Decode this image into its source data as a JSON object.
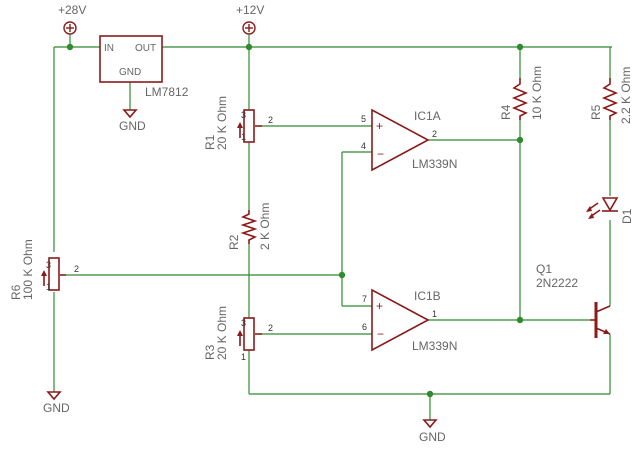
{
  "colors": {
    "wire": "#2e8b2e",
    "part": "#8b1a1a",
    "text": "#666666"
  },
  "supplies": {
    "v28": "+28V",
    "v12": "+12V"
  },
  "regulator": {
    "name": "LM7812",
    "in": "IN",
    "out": "OUT",
    "gnd": "GND"
  },
  "grounds": {
    "label": "GND"
  },
  "resistors": {
    "r1": {
      "name": "R1",
      "value": "20 K Ohm"
    },
    "r2": {
      "name": "R2",
      "value": "2 K Ohm"
    },
    "r3": {
      "name": "R3",
      "value": "20 K Ohm"
    },
    "r4": {
      "name": "R4",
      "value": "10 K Ohm"
    },
    "r5": {
      "name": "R5",
      "value": "2.2 K Ohm"
    },
    "r6": {
      "name": "R6",
      "value": "100 K Ohm"
    }
  },
  "opamps": {
    "ic1a": {
      "name": "IC1A",
      "part": "LM339N",
      "pin_plus": "5",
      "pin_minus": "4",
      "pin_out": "2"
    },
    "ic1b": {
      "name": "IC1B",
      "part": "LM339N",
      "pin_plus": "7",
      "pin_minus": "6",
      "pin_out": "1"
    }
  },
  "transistor": {
    "name": "Q1",
    "part": "2N2222"
  },
  "led": {
    "name": "D1"
  },
  "pins": {
    "p1": "1",
    "p2": "2",
    "p3": "3"
  }
}
